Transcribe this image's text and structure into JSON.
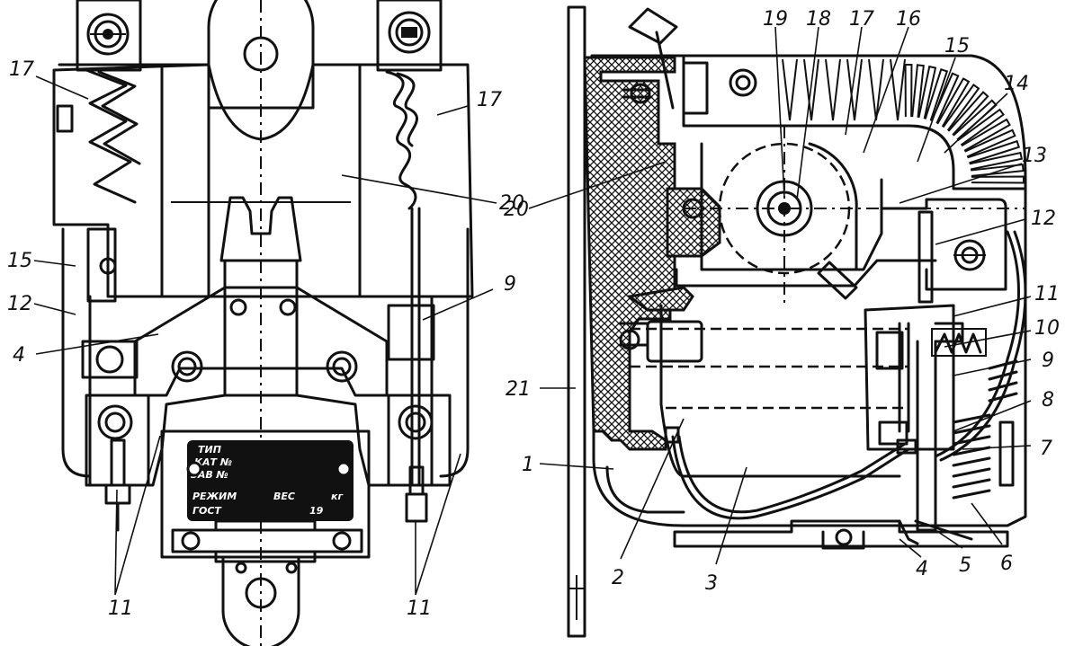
{
  "figure": {
    "left_view": {
      "callouts": {
        "n17_top_left": "17",
        "n17_top_right": "17",
        "n20": "20",
        "n15": "15",
        "n12": "12",
        "n9": "9",
        "n4": "4",
        "n11_left": "11",
        "n11_right": "11"
      },
      "nameplate": {
        "line1": "ТИП",
        "line2": "КАТ №",
        "line3": "ЗАВ №",
        "line4_left": "РЕЖИМ",
        "line4_mid": "ВЕС",
        "line4_right": "кг",
        "line5_left": "ГОСТ",
        "line5_right": "19"
      }
    },
    "right_view": {
      "callouts": {
        "n19": "19",
        "n18": "18",
        "n17": "17",
        "n16": "16",
        "n15": "15",
        "n14": "14",
        "n13": "13",
        "n12": "12",
        "n11": "11",
        "n10": "10",
        "n9": "9",
        "n8": "8",
        "n7": "7",
        "n6": "6",
        "n5": "5",
        "n4": "4",
        "n3": "3",
        "n2": "2",
        "n1": "1",
        "n20": "20",
        "n21": "21"
      }
    }
  }
}
